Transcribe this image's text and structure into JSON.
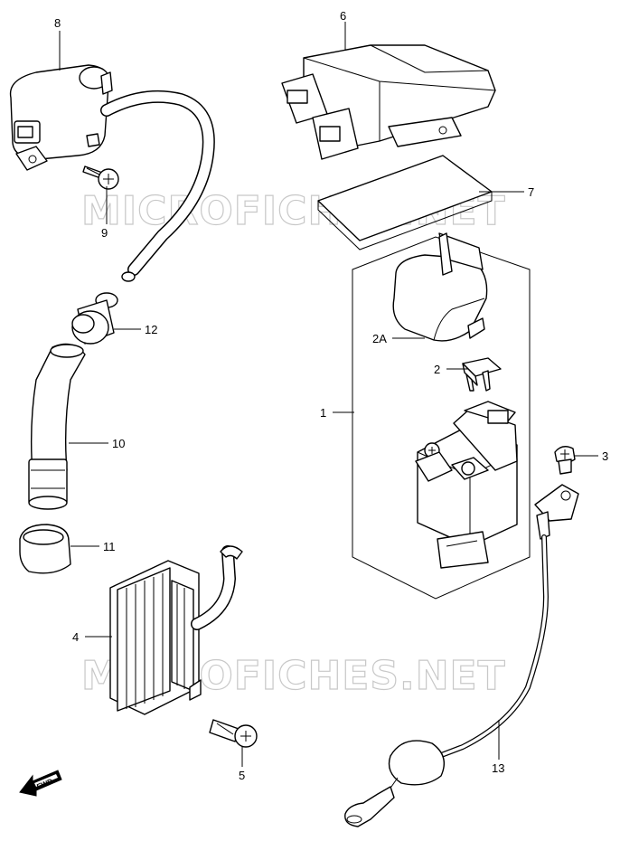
{
  "watermarks": [
    "MICROFICHES.NET",
    "MICROFICHES.NET"
  ],
  "fwd_label": "FWD",
  "callouts": {
    "c1": "1",
    "c2": "2",
    "c2a": "2A",
    "c3": "3",
    "c4": "4",
    "c5": "5",
    "c6": "6",
    "c7": "7",
    "c8": "8",
    "c9": "9",
    "c10": "10",
    "c11": "11",
    "c12": "12",
    "c13": "13"
  }
}
